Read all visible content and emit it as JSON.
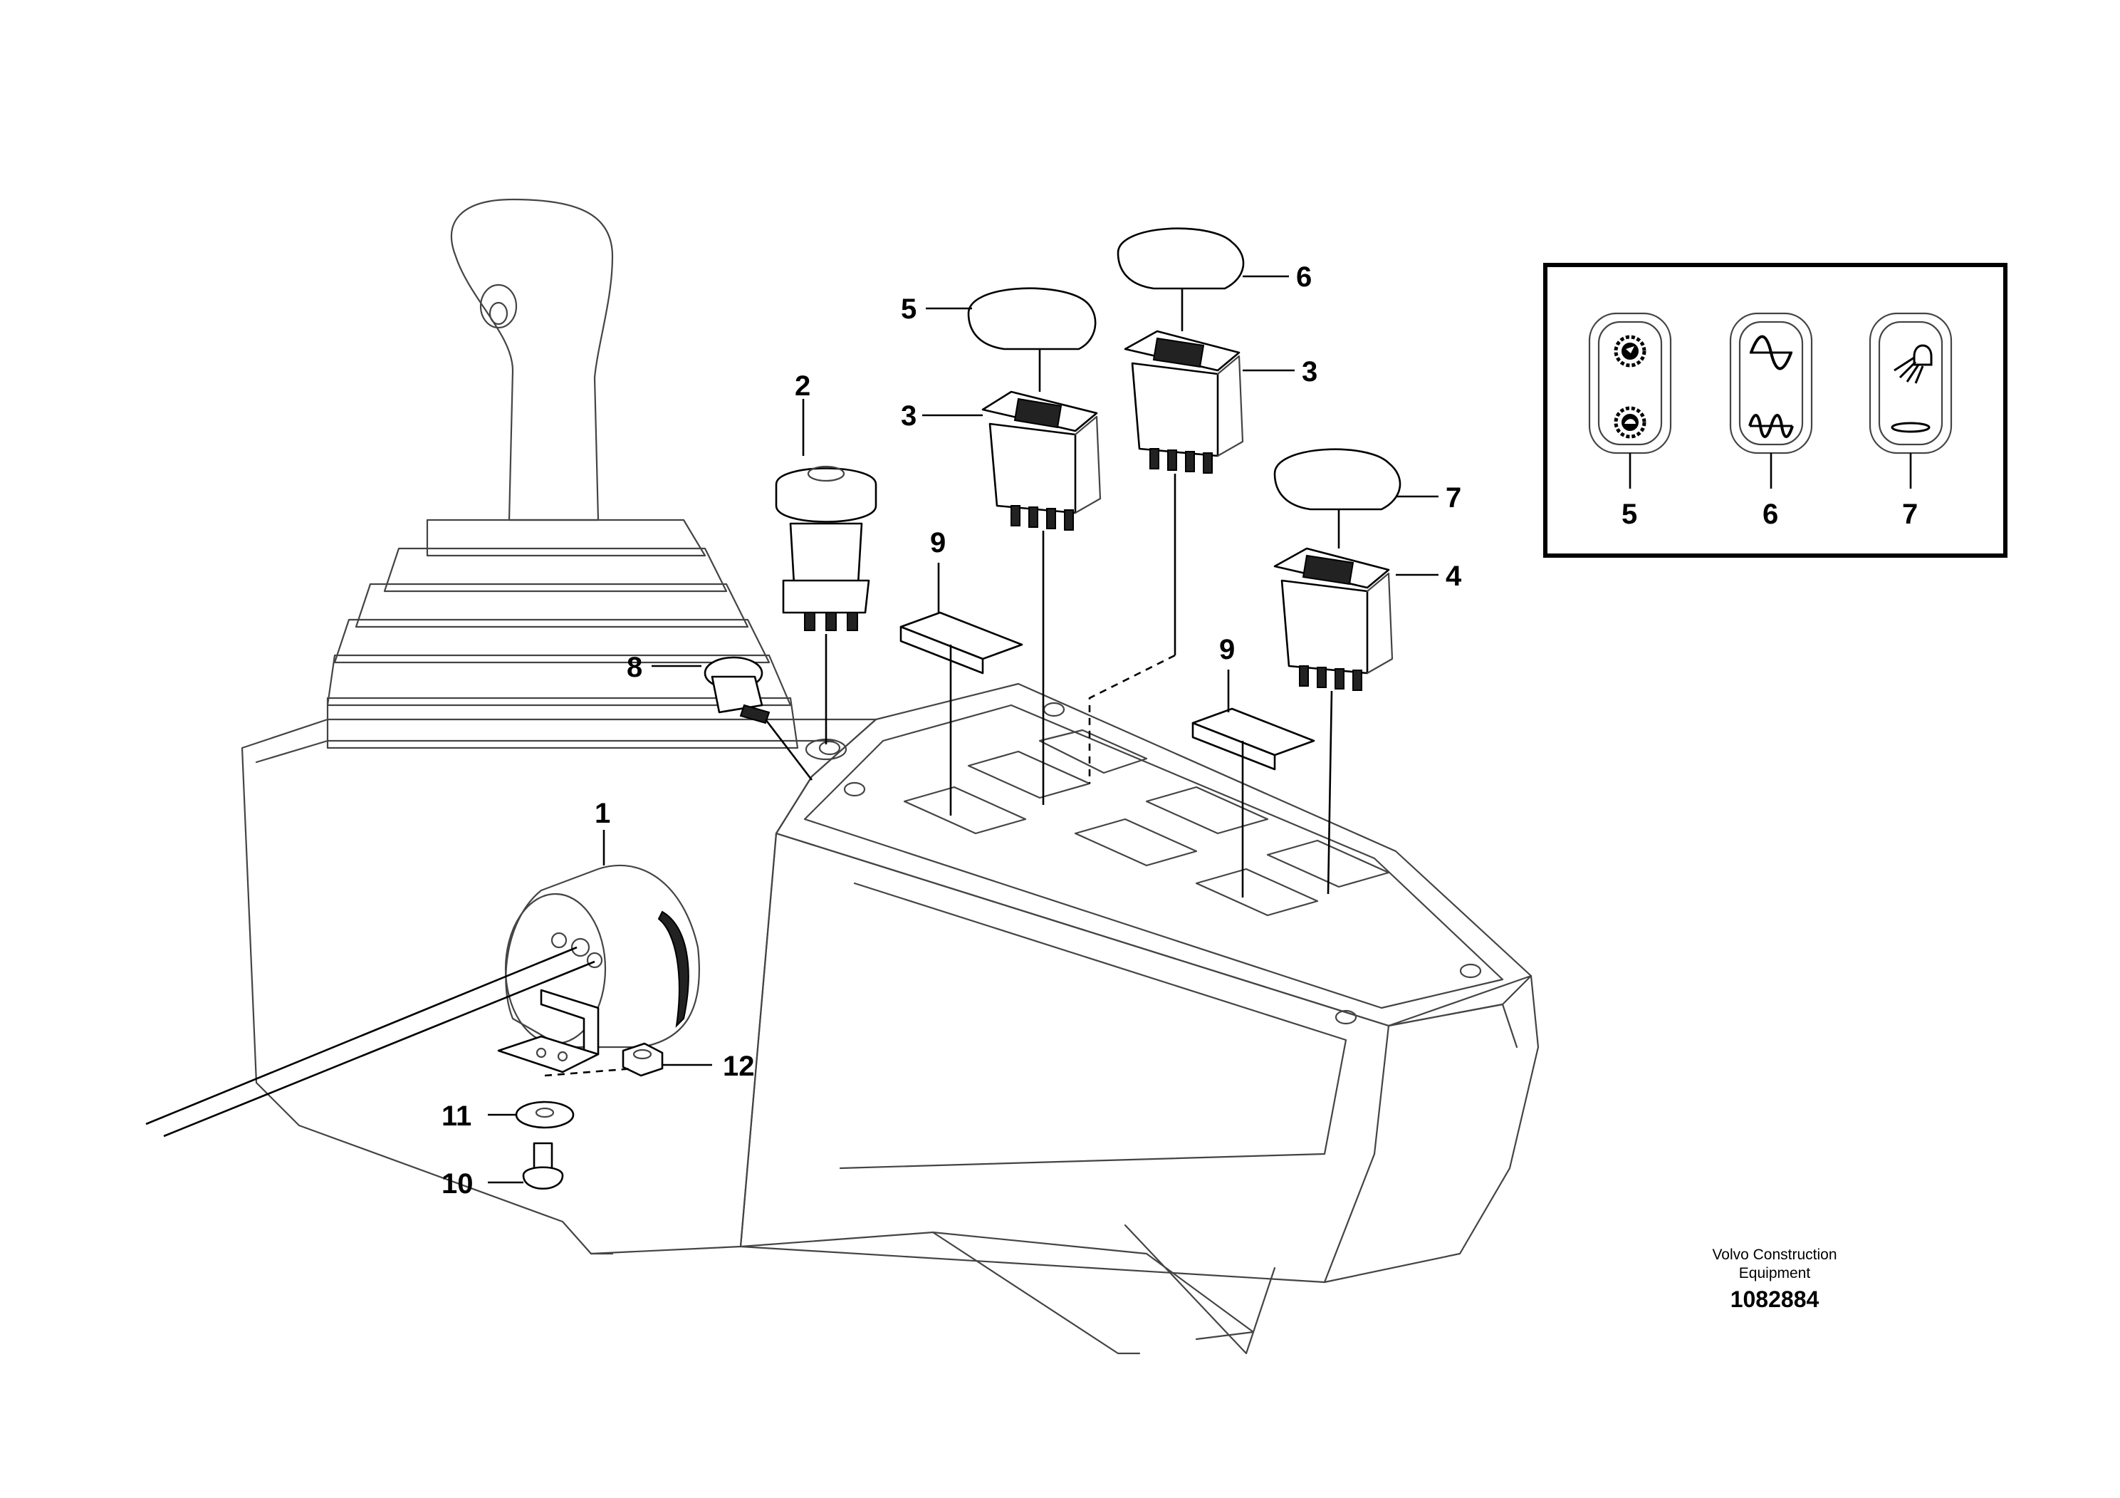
{
  "callouts": {
    "c1": "1",
    "c2": "2",
    "c3a": "3",
    "c3b": "3",
    "c4": "4",
    "c5": "5",
    "c6": "6",
    "c7": "7",
    "c8": "8",
    "c9a": "9",
    "c9b": "9",
    "c10": "10",
    "c11": "11",
    "c12": "12"
  },
  "inset": {
    "labels": [
      "5",
      "6",
      "7"
    ],
    "icons": [
      "speed-gear-icon",
      "vibration-icon",
      "work-light-icon"
    ]
  },
  "footer": {
    "credit_line1": "Volvo Construction",
    "credit_line2": "Equipment",
    "doc_number": "1082884"
  }
}
